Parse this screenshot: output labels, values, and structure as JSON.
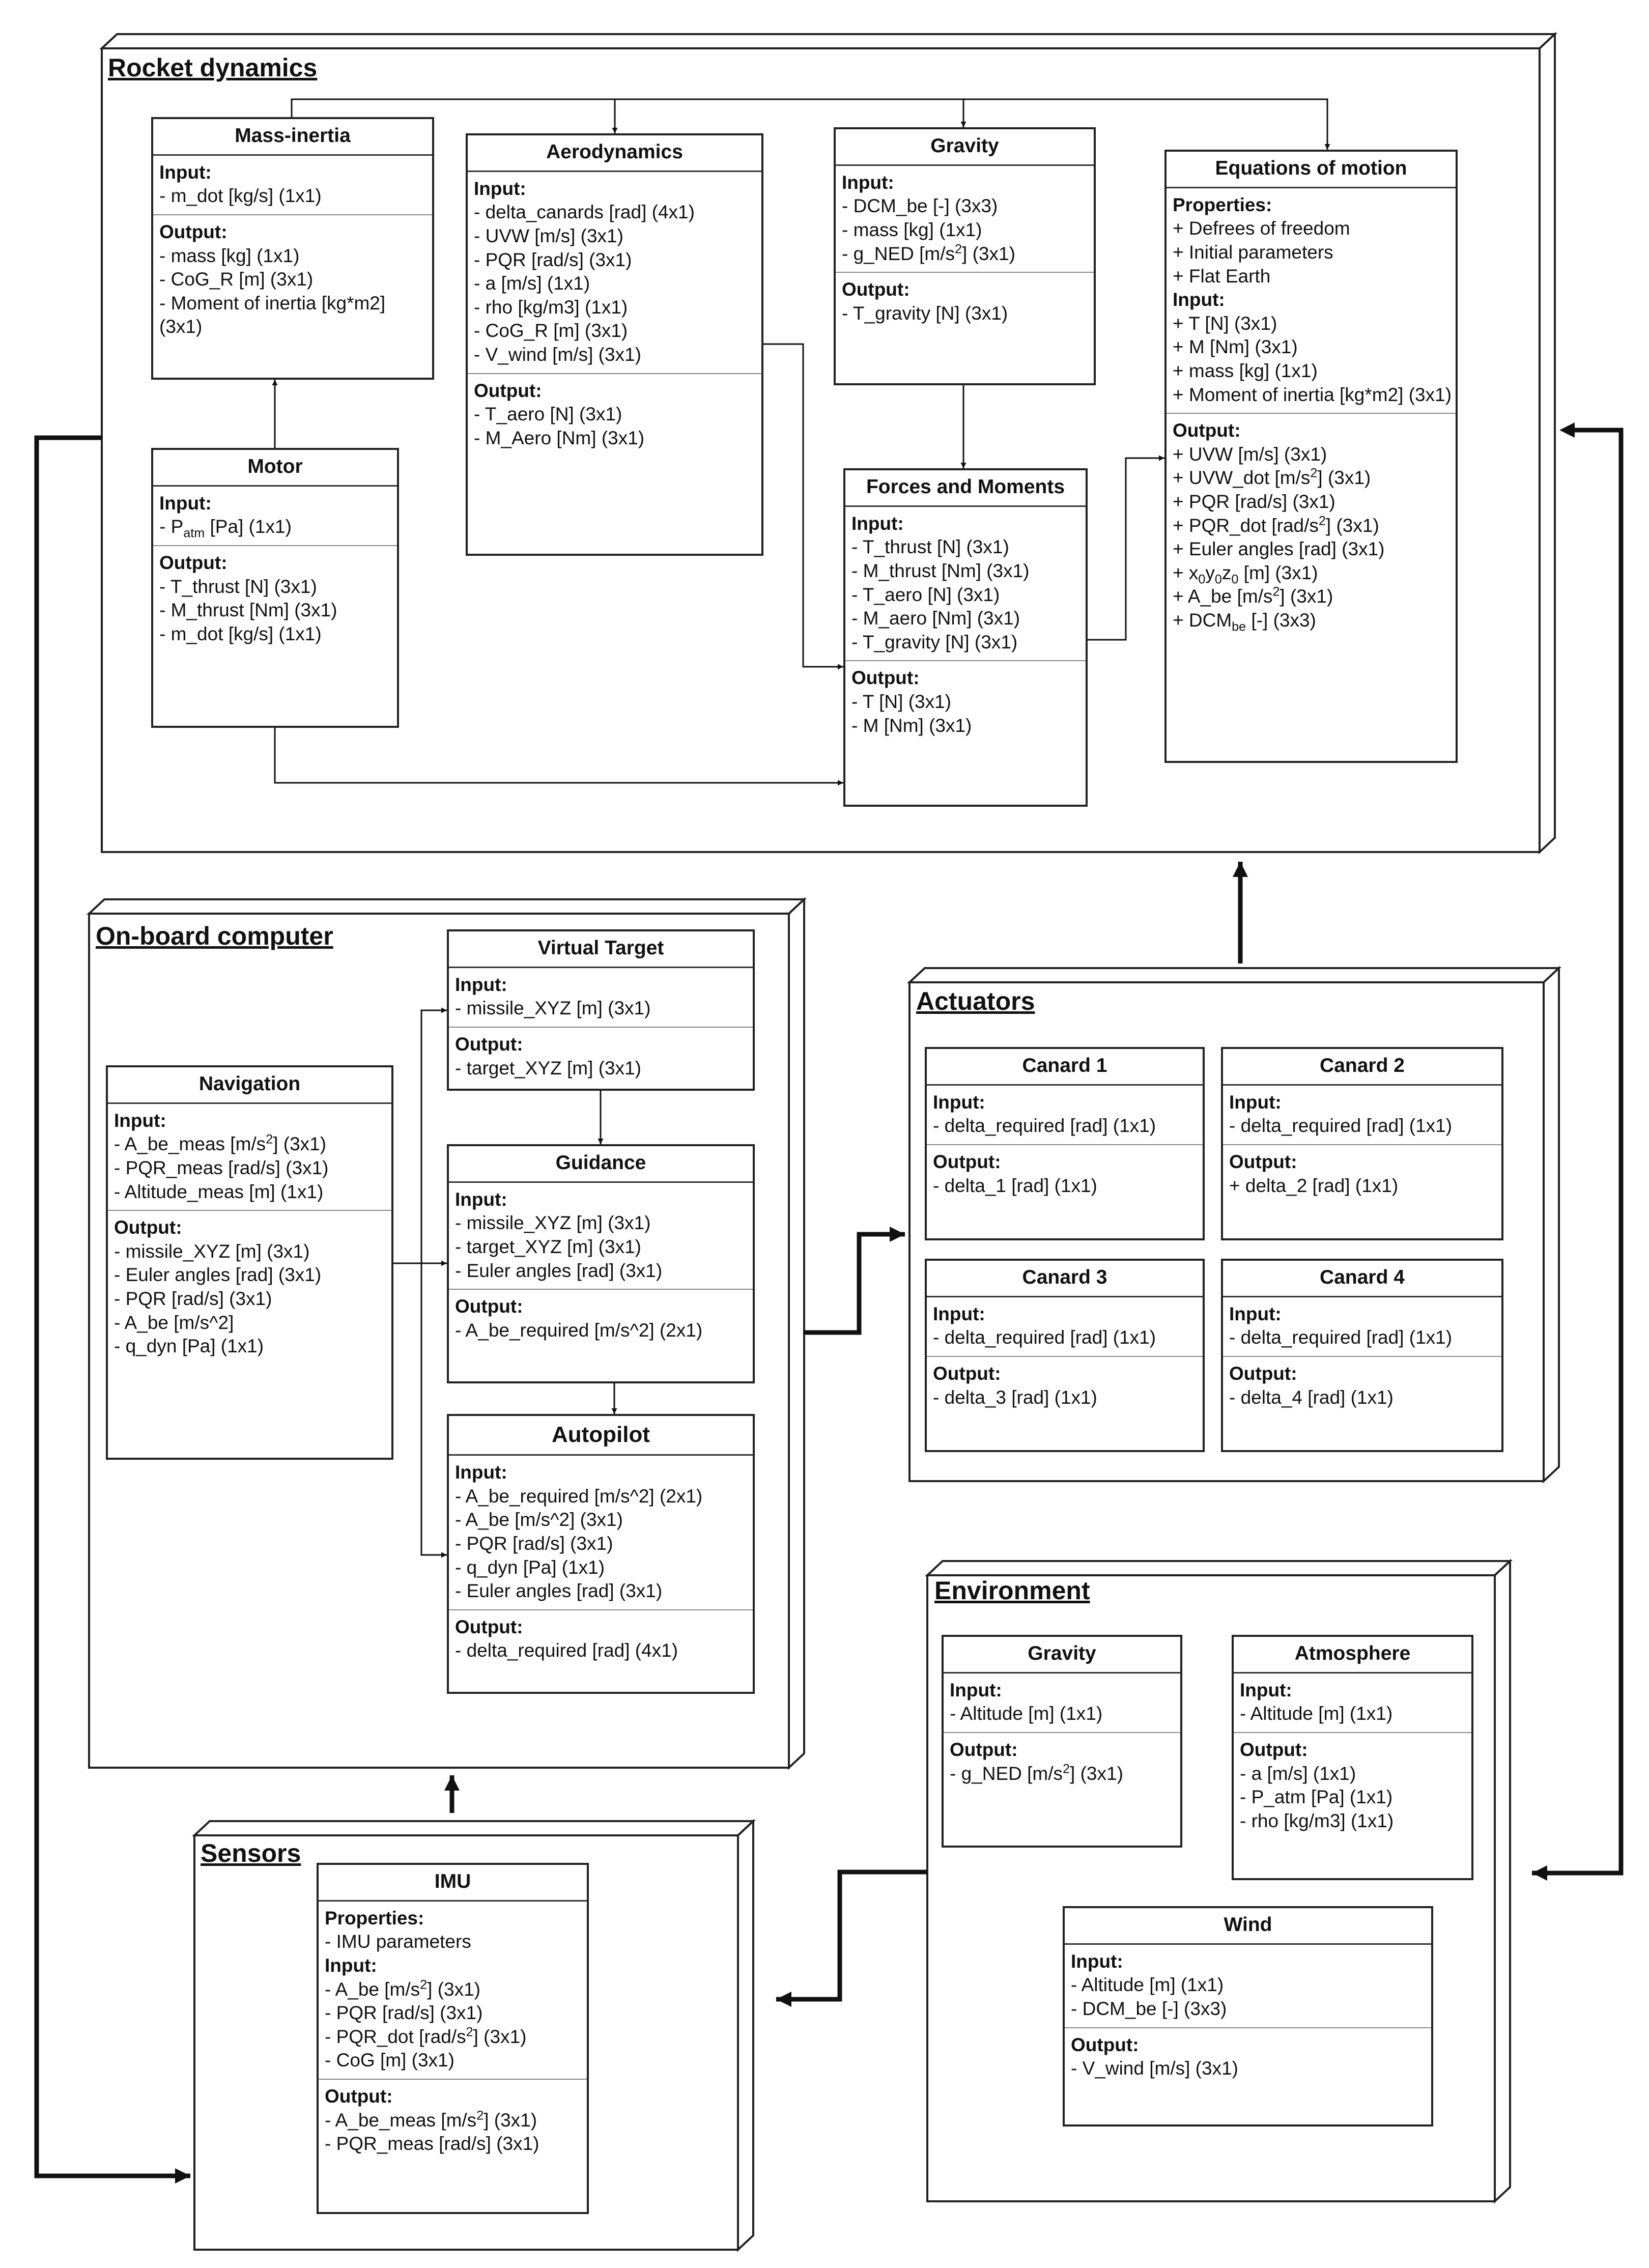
{
  "rocket_dynamics": {
    "title": "Rocket dynamics",
    "mass_inertia": {
      "title": "Mass-inertia",
      "sections": [
        {
          "label": "Input:",
          "lines": [
            "- m_dot [kg/s] (1x1)"
          ]
        },
        {
          "label": "Output:",
          "lines": [
            "- mass [kg] (1x1)",
            "- CoG_R [m] (3x1)",
            "- Moment of inertia [kg*m^2]",
            "(3x1)"
          ]
        }
      ]
    },
    "motor": {
      "title": "Motor",
      "sections": [
        {
          "label": "Input:",
          "lines": [
            "- P_atm [Pa] (1x1)"
          ]
        },
        {
          "label": "Output:",
          "lines": [
            "- T_thrust [N] (3x1)",
            "- M_thrust [Nm] (3x1)",
            "- m_dot [kg/s] (1x1)"
          ]
        }
      ]
    },
    "aerodynamics": {
      "title": "Aerodynamics",
      "sections": [
        {
          "label": "Input:",
          "lines": [
            "- delta_canards [rad] (4x1)",
            "- UVW [m/s] (3x1)",
            "- PQR [rad/s] (3x1)",
            "- a [m/s] (1x1)",
            "- rho [kg/m^3] (1x1)",
            "- CoG_R [m] (3x1)",
            "- V_wind [m/s] (3x1)"
          ]
        },
        {
          "label": "Output:",
          "lines": [
            "- T_aero [N] (3x1)",
            "- M_Aero [Nm] (3x1)"
          ]
        }
      ]
    },
    "gravity": {
      "title": "Gravity",
      "sections": [
        {
          "label": "Input:",
          "lines": [
            "- DCM_be [-] (3x3)",
            "- mass [kg] (1x1)",
            "- g_NED [m/s^2] (3x1)"
          ]
        },
        {
          "label": "Output:",
          "lines": [
            "- T_gravity [N] (3x1)"
          ]
        }
      ]
    },
    "forces_moments": {
      "title": "Forces and Moments",
      "sections": [
        {
          "label": "Input:",
          "lines": [
            "- T_thrust [N] (3x1)",
            "- M_thrust [Nm] (3x1)",
            "- T_aero [N] (3x1)",
            "- M_aero [Nm] (3x1)",
            "- T_gravity [N] (3x1)"
          ]
        },
        {
          "label": "Output:",
          "lines": [
            "- T [N] (3x1)",
            "- M [Nm] (3x1)"
          ]
        }
      ]
    },
    "equations_of_motion": {
      "title": "Equations of motion",
      "sections": [
        {
          "label": "Properties:",
          "lines": [
            "+ Defrees of freedom",
            "+ Initial parameters",
            "+ Flat Earth"
          ]
        },
        {
          "label": "Input:",
          "lines": [
            "+ T [N] (3x1)",
            "+ M [Nm] (3x1)",
            "+ mass [kg] (1x1)",
            "+ Moment of inertia [kg*m^2] (3x1)"
          ]
        },
        {
          "label": "Output:",
          "lines": [
            "+ UVW [m/s] (3x1)",
            "+ UVW_dot [m/s^2] (3x1)",
            "+ PQR [rad/s] (3x1)",
            "+ PQR_dot [rad/s^2] (3x1)",
            "+ Euler angles [rad] (3x1)",
            "+ x0y0z0 [m] (3x1)",
            "+ A_be [m/s^2] (3x1)",
            "+ DCM_be [-] (3x3)"
          ]
        }
      ]
    }
  },
  "onboard_computer": {
    "title": "On-board computer",
    "navigation": {
      "title": "Navigation",
      "sections": [
        {
          "label": "Input:",
          "lines": [
            "- A_be_meas [m/s^2] (3x1)",
            "- PQR_meas [rad/s] (3x1)",
            "- Altitude_meas [m] (1x1)"
          ]
        },
        {
          "label": "Output:",
          "lines": [
            "- missile_XYZ [m] (3x1)",
            "- Euler angles [rad] (3x1)",
            "- PQR [rad/s] (3x1)",
            "- A_be [m/s^2]",
            "- q_dyn [Pa] (1x1)"
          ]
        }
      ]
    },
    "virtual_target": {
      "title": "Virtual Target",
      "sections": [
        {
          "label": "Input:",
          "lines": [
            "- missile_XYZ [m] (3x1)"
          ]
        },
        {
          "label": "Output:",
          "lines": [
            "- target_XYZ [m] (3x1)"
          ]
        }
      ]
    },
    "guidance": {
      "title": "Guidance",
      "sections": [
        {
          "label": "Input:",
          "lines": [
            "- missile_XYZ [m] (3x1)",
            "- target_XYZ [m] (3x1)",
            "- Euler angles [rad] (3x1)"
          ]
        },
        {
          "label": "Output:",
          "lines": [
            "- A_be_required [m/s^2] (2x1)"
          ]
        }
      ]
    },
    "autopilot": {
      "title": "Autopilot",
      "sections": [
        {
          "label": "Input:",
          "lines": [
            "- A_be_required [m/s^2] (2x1)",
            "- A_be [m/s^2] (3x1)",
            "- PQR [rad/s] (3x1)",
            "- q_dyn [Pa] (1x1)",
            "- Euler angles [rad] (3x1)"
          ]
        },
        {
          "label": "Output:",
          "lines": [
            "- delta_required [rad] (4x1)"
          ]
        }
      ]
    }
  },
  "actuators": {
    "title": "Actuators",
    "canard1": {
      "title": "Canard 1",
      "sections": [
        {
          "label": "Input:",
          "lines": [
            "- delta_required [rad] (1x1)"
          ]
        },
        {
          "label": "Output:",
          "lines": [
            "- delta_1 [rad] (1x1)"
          ]
        }
      ]
    },
    "canard2": {
      "title": "Canard 2",
      "sections": [
        {
          "label": "Input:",
          "lines": [
            "- delta_required [rad] (1x1)"
          ]
        },
        {
          "label": "Output:",
          "lines": [
            "+ delta_2 [rad] (1x1)"
          ]
        }
      ]
    },
    "canard3": {
      "title": "Canard 3",
      "sections": [
        {
          "label": "Input:",
          "lines": [
            "- delta_required [rad] (1x1)"
          ]
        },
        {
          "label": "Output:",
          "lines": [
            "- delta_3 [rad] (1x1)"
          ]
        }
      ]
    },
    "canard4": {
      "title": "Canard 4",
      "sections": [
        {
          "label": "Input:",
          "lines": [
            "- delta_required [rad] (1x1)"
          ]
        },
        {
          "label": "Output:",
          "lines": [
            "- delta_4 [rad] (1x1)"
          ]
        }
      ]
    }
  },
  "environment": {
    "title": "Environment",
    "gravity": {
      "title": "Gravity",
      "sections": [
        {
          "label": "Input:",
          "lines": [
            "- Altitude [m] (1x1)"
          ]
        },
        {
          "label": "Output:",
          "lines": [
            "- g_NED [m/s^2] (3x1)"
          ]
        }
      ]
    },
    "atmosphere": {
      "title": "Atmosphere",
      "sections": [
        {
          "label": "Input:",
          "lines": [
            "- Altitude [m] (1x1)"
          ]
        },
        {
          "label": "Output:",
          "lines": [
            "- a [m/s] (1x1)",
            "- P_atm [Pa] (1x1)",
            "- rho [kg/m^3] (1x1)"
          ]
        }
      ]
    },
    "wind": {
      "title": "Wind",
      "sections": [
        {
          "label": "Input:",
          "lines": [
            "- Altitude [m] (1x1)",
            "- DCM_be [-] (3x3)"
          ]
        },
        {
          "label": "Output:",
          "lines": [
            "- V_wind [m/s] (3x1)"
          ]
        }
      ]
    }
  },
  "sensors": {
    "title": "Sensors",
    "imu": {
      "title": "IMU",
      "sections": [
        {
          "label": "Properties:",
          "lines": [
            "- IMU parameters"
          ]
        },
        {
          "label": "Input:",
          "lines": [
            "- A_be [m/s^2] (3x1)",
            "- PQR [rad/s] (3x1)",
            "- PQR_dot [rad/s^2] (3x1)",
            "- CoG [m] (3x1)"
          ]
        },
        {
          "label": "Output:",
          "lines": [
            "- A_be_meas [m/s^2] (3x1)",
            "- PQR_meas [rad/s] (3x1)"
          ]
        }
      ]
    }
  }
}
